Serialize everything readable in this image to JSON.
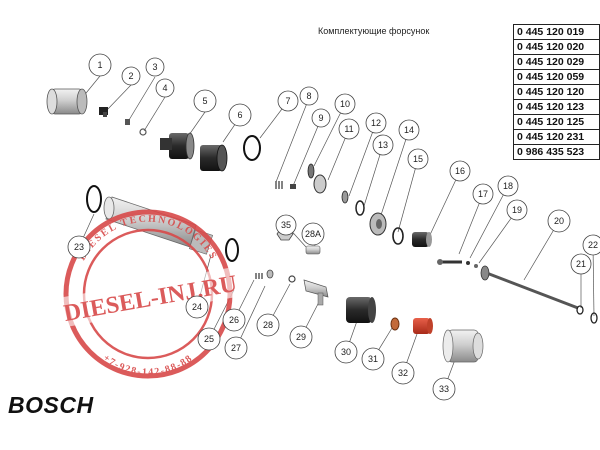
{
  "title": "Комплектующие форсунок",
  "brand": "BOSCH",
  "part_numbers": [
    "0 445 120 019",
    "0 445 120 020",
    "0 445 120 029",
    "0 445 120 059",
    "0 445 120 120",
    "0 445 120 123",
    "0 445 120 125",
    "0 445 120 231",
    "0 986 435 523"
  ],
  "callouts": [
    "1",
    "2",
    "3",
    "4",
    "5",
    "6",
    "7",
    "8",
    "9",
    "10",
    "11",
    "12",
    "13",
    "14",
    "15",
    "16",
    "17",
    "18",
    "19",
    "20",
    "21",
    "22",
    "23",
    "24",
    "25",
    "26",
    "27",
    "28",
    "28A",
    "29",
    "30",
    "31",
    "32",
    "33",
    "35"
  ],
  "watermark": {
    "main": "DIESEL-INJ.RU",
    "top_arc": "DIESEL TECHNOLOGIES",
    "bottom_arc": "+7-928-142-88-88",
    "color": "#d84a4a"
  }
}
